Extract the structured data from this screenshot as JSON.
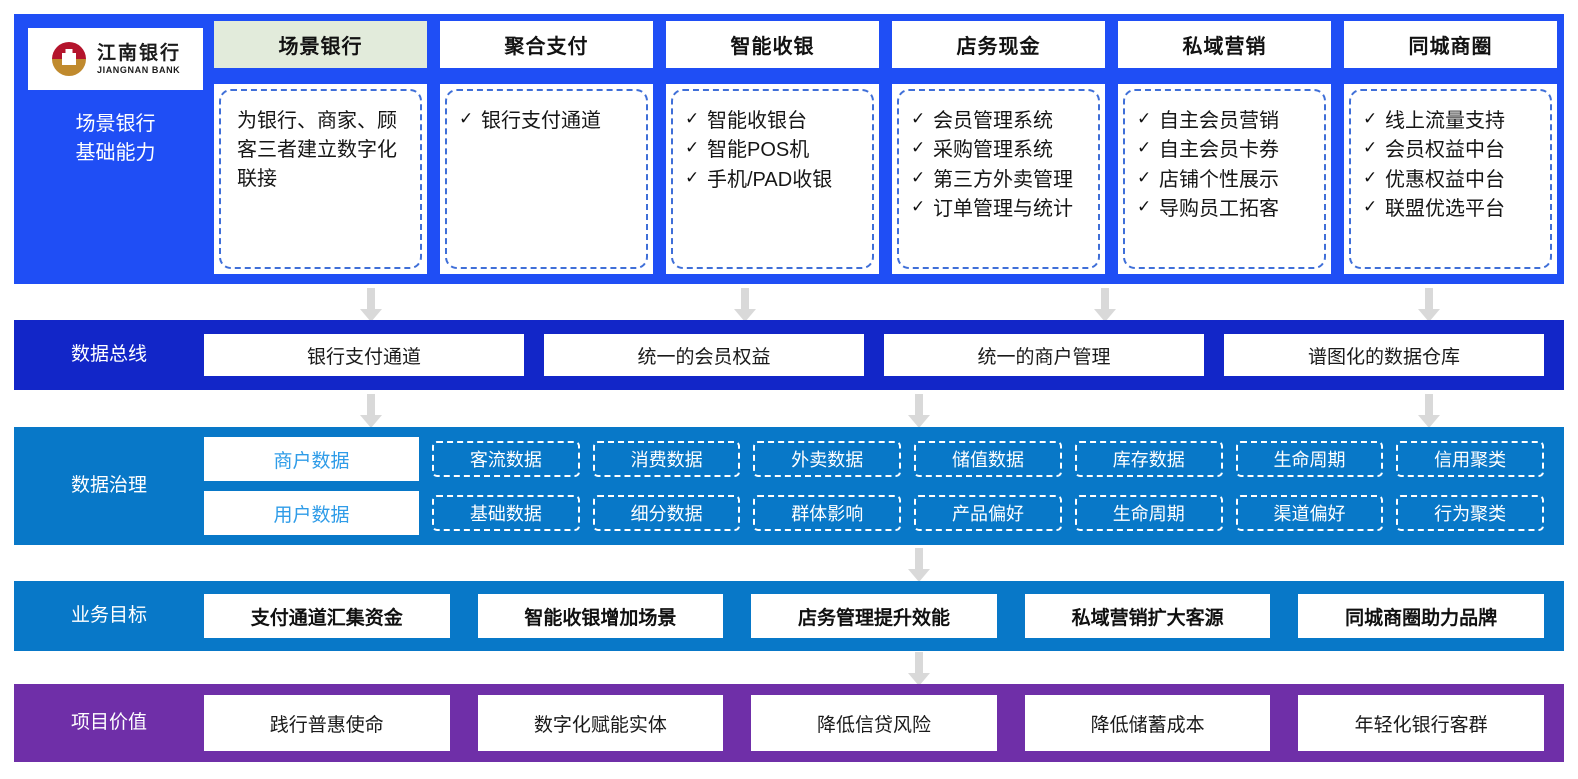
{
  "brand": {
    "name_cn": "江南银行",
    "name_en": "JIANGNAN BANK",
    "logo_colors": {
      "top": "#b4142c",
      "bottom": "#c08a2e"
    }
  },
  "capability": {
    "label": "场景银行\n基础能力",
    "active_tab_bg": "#e2ebdb",
    "band_bg": "#1f4ef5",
    "tabs": [
      {
        "label": "场景银行",
        "active": true
      },
      {
        "label": "聚合支付",
        "active": false
      },
      {
        "label": "智能收银",
        "active": false
      },
      {
        "label": "店务现金",
        "active": false
      },
      {
        "label": "私域营销",
        "active": false
      },
      {
        "label": "同城商圈",
        "active": false
      }
    ],
    "cards": [
      {
        "kind": "text",
        "text": "为银行、商家、顾客三者建立数字化联接",
        "items": []
      },
      {
        "kind": "list",
        "text": "",
        "items": [
          "银行支付通道"
        ]
      },
      {
        "kind": "list",
        "text": "",
        "items": [
          "智能收银台",
          "智能POS机",
          "手机/PAD收银"
        ]
      },
      {
        "kind": "list",
        "text": "",
        "items": [
          "会员管理系统",
          "采购管理系统",
          "第三方外卖管理",
          "订单管理与统计"
        ]
      },
      {
        "kind": "list",
        "text": "",
        "items": [
          "自主会员营销",
          "自主会员卡券",
          "店铺个性展示",
          "导购员工拓客"
        ]
      },
      {
        "kind": "list",
        "text": "",
        "items": [
          "线上流量支持",
          "会员权益中台",
          "优惠权益中台",
          "联盟优选平台"
        ]
      }
    ]
  },
  "databus": {
    "label": "数据总线",
    "band_bg": "#1226c8",
    "items": [
      "银行支付通道",
      "统一的会员权益",
      "统一的商户管理",
      "谱图化的数据仓库"
    ]
  },
  "governance": {
    "label": "数据治理",
    "band_bg": "#0878c8",
    "rows": [
      {
        "main": "商户数据",
        "chips": [
          "客流数据",
          "消费数据",
          "外卖数据",
          "储值数据",
          "库存数据",
          "生命周期",
          "信用聚类"
        ]
      },
      {
        "main": "用户数据",
        "chips": [
          "基础数据",
          "细分数据",
          "群体影响",
          "产品偏好",
          "生命周期",
          "渠道偏好",
          "行为聚类"
        ]
      }
    ]
  },
  "goals": {
    "label": "业务目标",
    "band_bg": "#0878c8",
    "items": [
      "支付通道汇集资金",
      "智能收银增加场景",
      "店务管理提升效能",
      "私域营销扩大客源",
      "同城商圈助力品牌"
    ]
  },
  "value": {
    "label": "项目价值",
    "band_bg": "#6f2fa8",
    "items": [
      "践行普惠使命",
      "数字化赋能实体",
      "降低信贷风险",
      "降低储蓄成本",
      "年轻化银行客群"
    ]
  },
  "connectors": {
    "color": "#d9d9d9",
    "glyph": "down-arrow"
  }
}
